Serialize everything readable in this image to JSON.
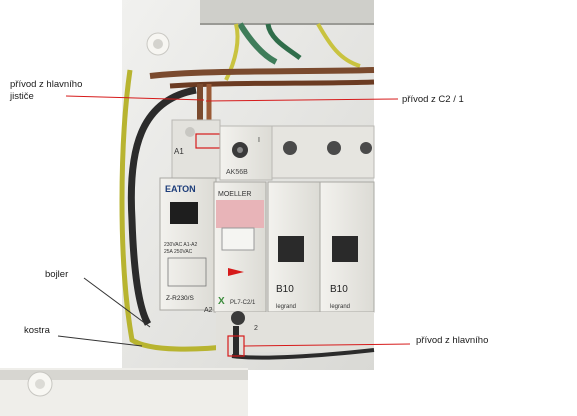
{
  "photo": {
    "annotations": {
      "main_feed_line1": "přívod z hlavního",
      "main_feed_line2": "jističe",
      "c2_feed": "přívod z C2 / 1",
      "boiler": "bojler",
      "ground": "kostra",
      "main_feed_bottom": "přívod z hlavního"
    },
    "labels": {
      "a1_top": "A1",
      "a2_bottom": "A2",
      "ak56b": "AK56B",
      "roman_one": "I",
      "eaton": "EATON",
      "eaton_spec1": "230VAC A1-A2",
      "eaton_spec2": "25A 250VAC",
      "eaton_model": "Z-R230/S",
      "moeller": "MOELLER",
      "moeller_model": "PL7-C2/1",
      "b10_a": "B10",
      "b10_b": "B10",
      "legrand_a": "legrand",
      "legrand_b": "legrand",
      "num_two": "2"
    },
    "colors": {
      "annotation_line": "#d61a1a",
      "wall": "#e9e9e6",
      "device": "#ecebe6",
      "wire_yellow": "#b8b430",
      "wire_black": "#2b2b2b",
      "wire_brown": "#7a4a2e",
      "moeller_pink": "#e8b4b8"
    }
  }
}
